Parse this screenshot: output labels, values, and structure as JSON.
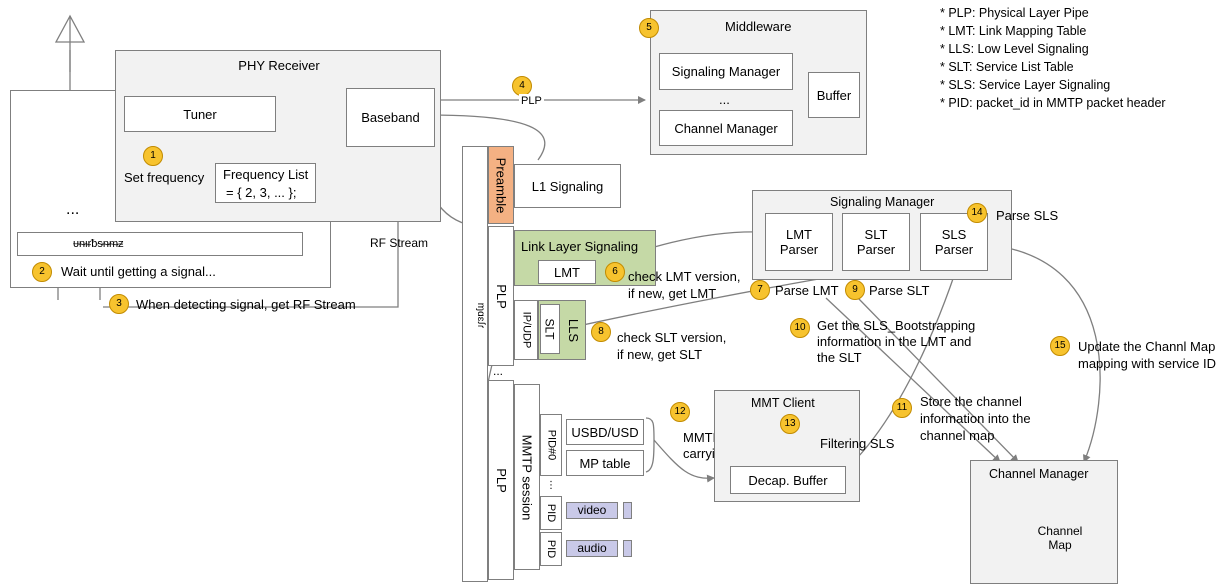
{
  "legend": [
    "* PLP: Physical Layer Pipe",
    "* LMT: Link Mapping Table",
    "* LLS: Low Level Signaling",
    "* SLT: Service List Table",
    "* SLS: Service Layer Signaling",
    "* PID: packet_id in MMTP packet header"
  ],
  "phy": {
    "title": "PHY Receiver",
    "tuner": "Tuner",
    "baseband": "Baseband",
    "set_frequency": "Set frequency",
    "freq_list_line1": "Frequency List",
    "freq_list_line2": "= { 2, 3, ...  };",
    "ellipsis": "...",
    "scribble": "ᵾᵰᵻᵲᵬᵴᵰᵯᵶ",
    "rf_stream": "RF Stream"
  },
  "steps": {
    "s1": "1",
    "s2": "2",
    "s3": "3",
    "s4": "4",
    "s5": "5",
    "s6": "6",
    "s7": "7",
    "s8": "8",
    "s9": "9",
    "s10": "10",
    "s11": "11",
    "s12": "12",
    "s13": "13",
    "s14": "14",
    "s15": "15"
  },
  "annotations": {
    "wait": "Wait until getting a signal...",
    "detect": "When detecting signal, get RF Stream",
    "plp_arrow": "PLP",
    "check_lmt_1": "check LMT version,",
    "check_lmt_2": "if new, get LMT",
    "check_slt_1": "check SLT version,",
    "check_slt_2": "if new, get SLT",
    "parse_lmt": "Parse LMT",
    "parse_slt": "Parse SLT",
    "parse_sls": "Parse SLS",
    "bootstrap_1": "Get the SLS_Bootstrapping",
    "bootstrap_2": "information in the LMT and",
    "bootstrap_3": "the SLT",
    "store_1": "Store the channel",
    "store_2": "information into the",
    "store_3": "channel map",
    "update_1": "Update the Channl Map",
    "update_2": "mapping with service ID",
    "mmtp_1": "MMTP packets",
    "mmtp_2": "carrying SLS",
    "filtering": "Filtering SLS"
  },
  "middleware": {
    "title": "Middleware",
    "signaling_manager": "Signaling Manager",
    "ellipsis": "...",
    "channel_manager": "Channel Manager",
    "buffer": "Buffer"
  },
  "stream": {
    "preamble": "Preamble",
    "l1_signaling": "L1 Signaling",
    "link_layer_signaling": "Link Layer Signaling",
    "lmt": "LMT",
    "plp": "PLP",
    "plp2": "PLP",
    "ip_udp": "IP/UDP",
    "slt": "SLT",
    "lls": "LLS",
    "dots": "...",
    "mmtp_session": "MMTP session",
    "pid0": "PID#0",
    "pid": "PID",
    "pid2": "PID",
    "usbd": "USBD/USD",
    "mp_table": "MP table",
    "video": "video",
    "audio": "audio",
    "mux_label": "ɱɑɛꭍɾ"
  },
  "sigmgr": {
    "title": "Signaling Manager",
    "lmt_parser_1": "LMT",
    "lmt_parser_2": "Parser",
    "slt_parser_1": "SLT",
    "slt_parser_2": "Parser",
    "sls_parser_1": "SLS",
    "sls_parser_2": "Parser"
  },
  "mmt_client": {
    "title": "MMT Client",
    "decap": "Decap. Buffer"
  },
  "channel_manager": {
    "title": "Channel Manager",
    "map_1": "Channel",
    "map_2": "Map"
  },
  "colors": {
    "box_fill": "#f2f2f2",
    "preamble_fill": "#f4b183",
    "link_layer_fill": "#c5d9a6",
    "badge_fill": "#f7c32e",
    "media_fill": "#c9c9e8"
  }
}
